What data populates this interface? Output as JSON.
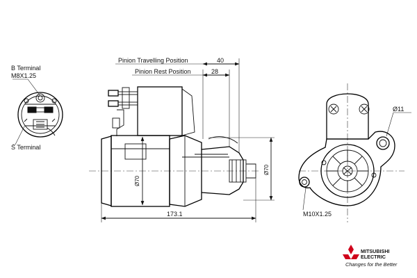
{
  "labels": {
    "b_terminal": "B Terminal",
    "b_terminal_thread": "M8X1.25",
    "s_terminal": "S Terminal",
    "pinion_travel": "Pinion Travelling Position",
    "pinion_rest": "Pinion Rest Position",
    "mount_thread": "M10X1.25"
  },
  "dimensions": {
    "pinion_travel": "40",
    "pinion_rest": "28",
    "overall_length": "173.1",
    "body_diameter": "Ø70",
    "nose_diameter": "Ø70",
    "hole_diameter": "Ø11"
  },
  "brand": {
    "name_line1": "MITSUBISHI",
    "name_line2": "ELECTRIC",
    "tagline": "Changes for the Better"
  }
}
